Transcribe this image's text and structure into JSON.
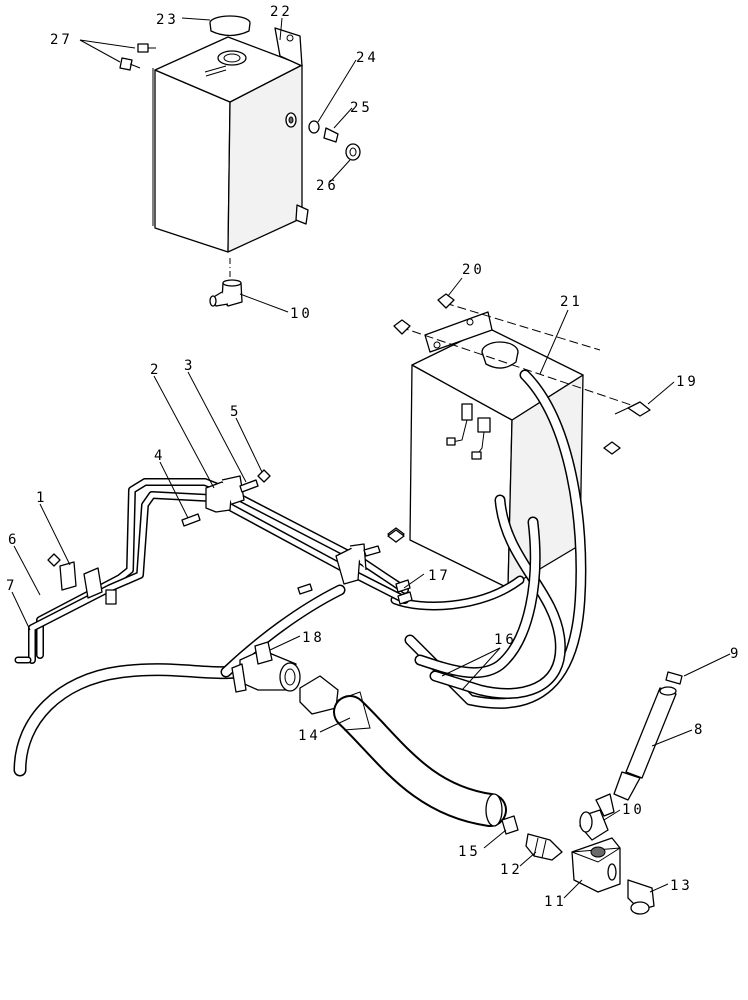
{
  "callouts": {
    "c1": "1",
    "c2": "2",
    "c3": "3",
    "c4": "4",
    "c5": "5",
    "c6": "6",
    "c7": "7",
    "c8": "8",
    "c9": "9",
    "c10_top": "10",
    "c10_bottom": "10",
    "c11": "11",
    "c12": "12",
    "c13": "13",
    "c14": "14",
    "c15": "15",
    "c16": "16",
    "c17": "17",
    "c18": "18",
    "c19": "19",
    "c20": "20",
    "c21": "21",
    "c22": "22",
    "c23": "23",
    "c24": "24",
    "c25": "25",
    "c26": "26",
    "c27": "27"
  }
}
